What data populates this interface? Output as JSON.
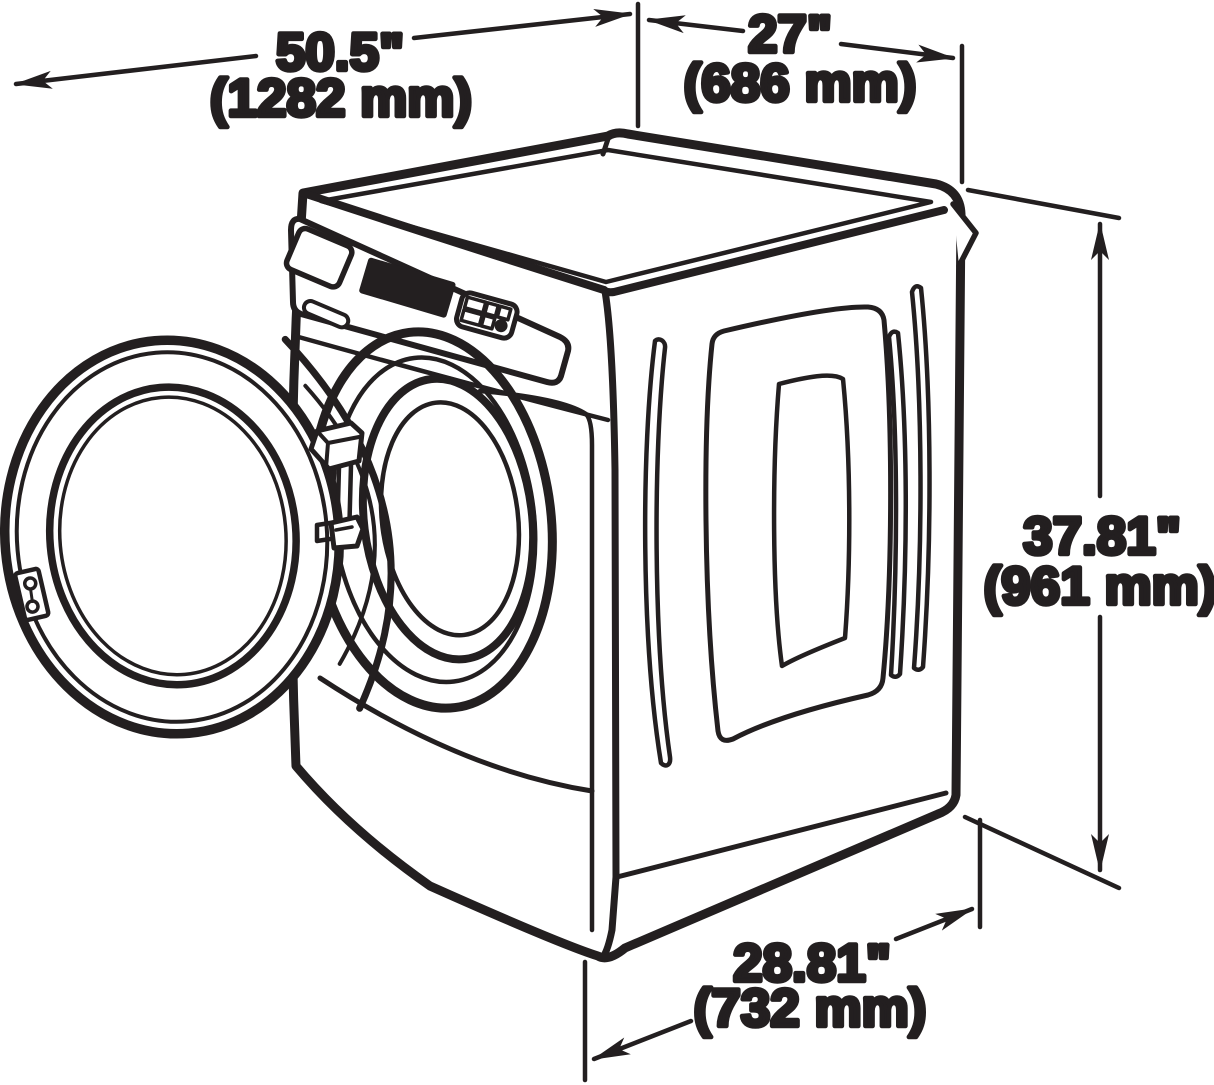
{
  "diagram_subject": "front-load-washer-door-open",
  "dimensions": {
    "door_open_width": {
      "inches": "50.5\"",
      "metric": "(1282 mm)"
    },
    "top_depth": {
      "inches": "27\"",
      "metric": "(686 mm)"
    },
    "height": {
      "inches": "37.81\"",
      "metric": "(961 mm)"
    },
    "base_depth": {
      "inches": "28.81\"",
      "metric": "(732 mm)"
    }
  },
  "colors": {
    "line": "#231f20",
    "background": "#ffffff",
    "display_screen": "#231f20"
  }
}
